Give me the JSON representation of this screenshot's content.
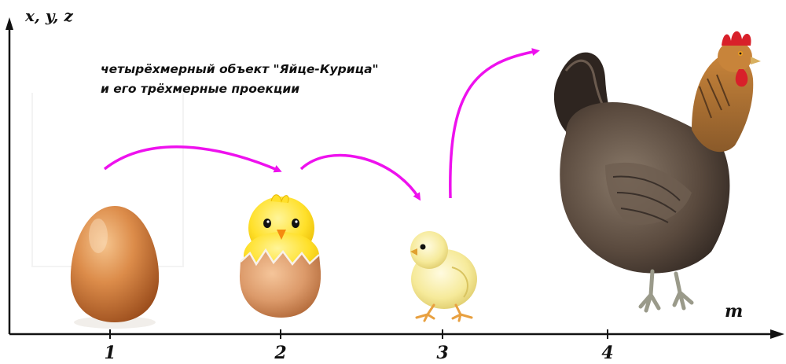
{
  "axis": {
    "y_label": "x, y, z",
    "x_label": "m",
    "ticks": [
      "1",
      "2",
      "3",
      "4"
    ]
  },
  "caption": {
    "line1": "четырёхмерный объект \"Яйце-Курица\"",
    "line2": "и его трёхмерные проекции"
  },
  "stages": [
    {
      "tick": "1",
      "depicts": "egg"
    },
    {
      "tick": "2",
      "depicts": "chick hatching from egg"
    },
    {
      "tick": "3",
      "depicts": "chick"
    },
    {
      "tick": "4",
      "depicts": "hen"
    }
  ],
  "colors": {
    "arrow": "#ee11ee",
    "axis": "#111111",
    "egg_shell": "#d98a4a",
    "chick_yellow": "#ffe23a",
    "hen_brown": "#8a5a36"
  }
}
